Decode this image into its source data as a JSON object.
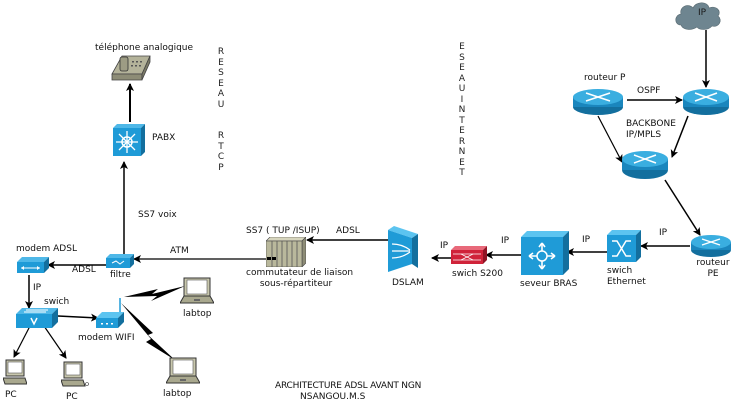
{
  "title": "ARCHITECTURE ADSL  AVANT  NGN",
  "author": "NSANGOU.M.S",
  "sections": {
    "rtcp": "RESEAU  RTCP",
    "internet": "ESEAUINTERNET"
  },
  "nodes": {
    "telephone": {
      "label": "téléphone analogique",
      "icon": "analog-phone-icon"
    },
    "pabx": {
      "label": "PABX",
      "icon": "pabx-icon"
    },
    "filtre": {
      "label": "filtre",
      "icon": "filter-icon"
    },
    "modem_adsl": {
      "label": "modem ADSL",
      "icon": "modem-adsl-icon"
    },
    "swich": {
      "label": "swich",
      "icon": "switch-icon"
    },
    "modem_wifi": {
      "label": "modem WIFI",
      "icon": "wifi-modem-icon"
    },
    "labtop1": {
      "label": "labtop",
      "icon": "laptop-icon"
    },
    "labtop2": {
      "label": "labtop",
      "icon": "laptop-icon"
    },
    "pc1": {
      "label": "PC",
      "icon": "pc-icon"
    },
    "pc2": {
      "label": "PC",
      "icon": "pc-icon"
    },
    "commutateur": {
      "label_line1": "commutateur de liaison",
      "label_line2": "sous-répartiteur",
      "icon": "commutator-icon"
    },
    "dslam": {
      "label": "DSLAM",
      "icon": "dslam-icon"
    },
    "swich_s200": {
      "label": "swich S200",
      "icon": "firewall-switch-icon"
    },
    "bras": {
      "label": "seveur BRAS",
      "icon": "bras-server-icon"
    },
    "swich_ethernet": {
      "label_line1": "swich",
      "label_line2": "Ethernet",
      "icon": "ethernet-switch-icon"
    },
    "routeur_pe": {
      "label_line1": "routeur",
      "label_line2": "PE",
      "icon": "router-icon"
    },
    "routeur_p": {
      "label": "routeur P",
      "icon": "router-icon"
    },
    "routeur_top_right": {
      "icon": "router-icon"
    },
    "routeur_mid": {
      "icon": "router-icon"
    },
    "cloud_ip": {
      "label": "IP",
      "icon": "cloud-icon"
    }
  },
  "links": {
    "ss7_voix": "SS7 voix",
    "atm": "ATM",
    "adsl_left": "ADSL",
    "ip_modem": "IP",
    "ss7_tup": "SS7 ( TUP /ISUP)",
    "adsl_dslam": "ADSL",
    "ip_dslam": "IP",
    "ip_bras": "IP",
    "ip_ethernet": "IP",
    "ip_pe": "IP",
    "ospf": "OSPF",
    "backbone_line1": "BACKBONE",
    "backbone_line2": "IP/MPLS"
  },
  "colors": {
    "cisco_blue": "#1f9bd7",
    "cisco_dark": "#136f9e",
    "firewall_red": "#d0233a",
    "cloud_gray": "#6e8590",
    "device_khaki": "#b9b89c",
    "line": "#000000"
  }
}
